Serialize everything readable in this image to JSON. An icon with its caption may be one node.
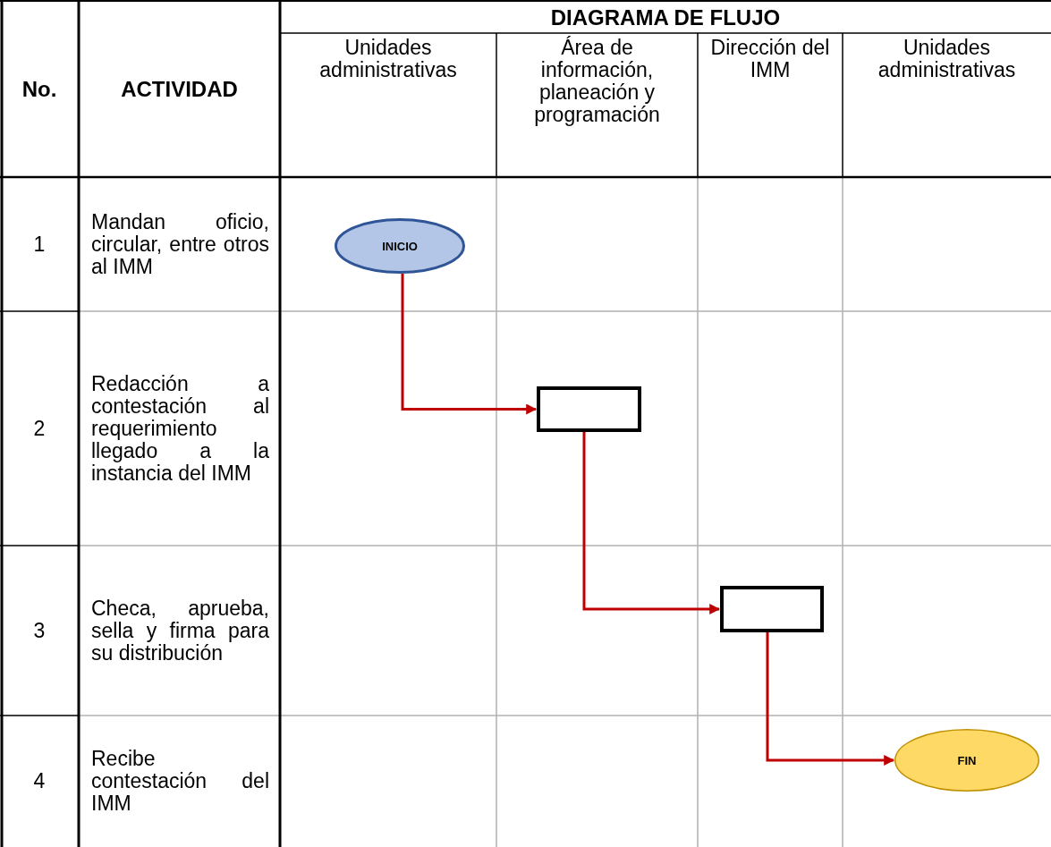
{
  "diagram": {
    "nodes": [
      {
        "text": [
          "INICIO"
        ]
      },
      {
        "text": [],
        "shape": "box"
      },
      {
        "text": [],
        "shape": "box"
      },
      {
        "text": [
          "FIN"
        ]
      }
    ],
    "edges": [
      {
        "from": 0,
        "to": 1,
        "arrow": "to"
      },
      {
        "from": 1,
        "to": 2,
        "arrow": "to"
      },
      {
        "from": 2,
        "to": 3,
        "arrow": "to"
      }
    ],
    "labels": [
      "No.",
      "ACTIVIDAD",
      "DIAGRAMA DE FLUJO",
      "Unidades administrativas",
      "Área de información, planeación y programación",
      "Dirección del IMM",
      "Unidades administrativas",
      "1",
      "Mandan oficio, circular, entre otros al IMM",
      "2",
      "Redacción a contestación al requerimiento llegado a la instancia del IMM",
      "3",
      "Checa, aprueba, sella y firma para su distribución",
      "4",
      "Recibe contestación del IMM"
    ]
  }
}
